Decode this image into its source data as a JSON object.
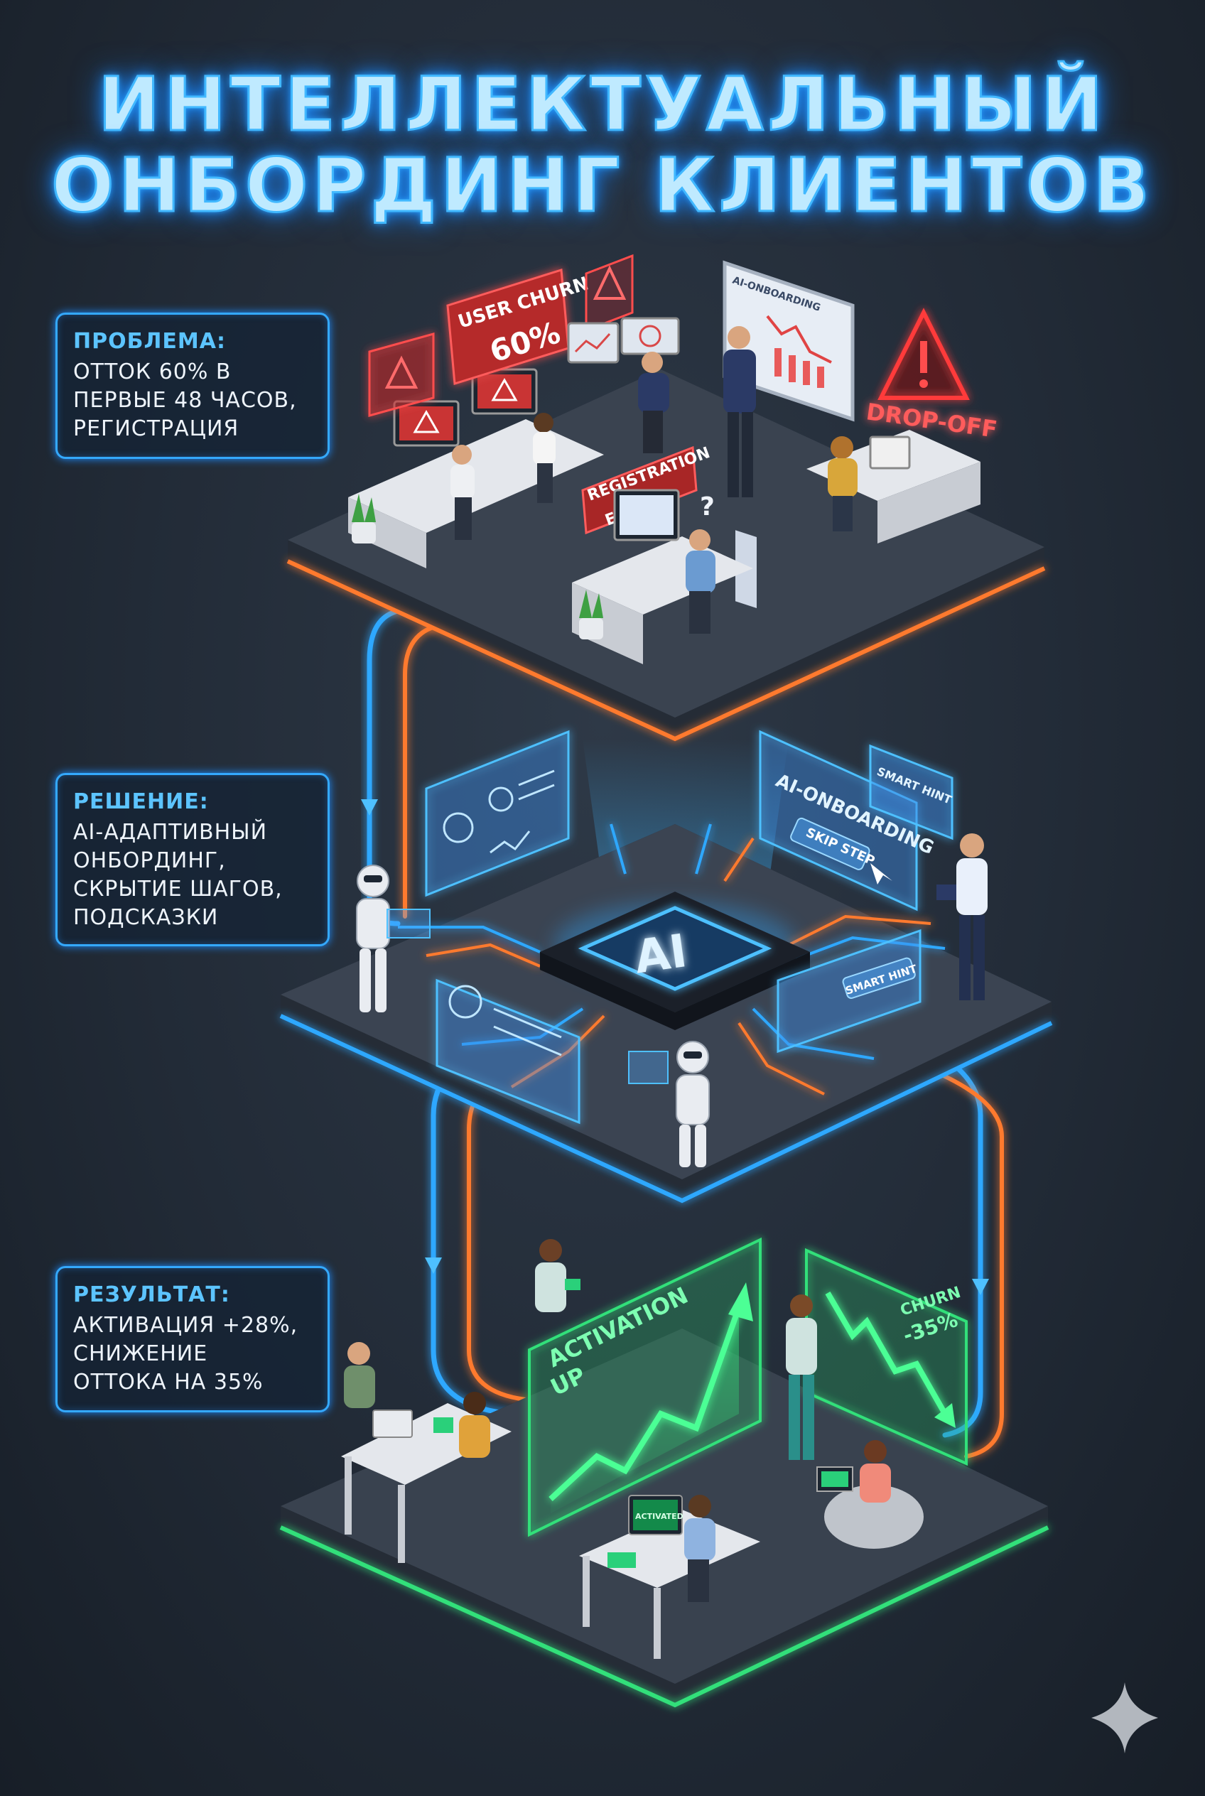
{
  "title": {
    "line1": "ИНТЕЛЛЕКТУАЛЬНЫЙ",
    "line2": "ОНБОРДИНГ КЛИЕНТОВ"
  },
  "panels": {
    "problem": {
      "heading": "ПРОБЛЕМА:",
      "lines": [
        "ОТТОК 60% В",
        "ПЕРВЫЕ 48 ЧАСОВ,",
        "РЕГИСТРАЦИЯ"
      ]
    },
    "solution": {
      "heading": "РЕШЕНИЕ:",
      "lines": [
        "AI-АДАПТИВНЫЙ",
        "ОНБОРДИНГ,",
        "СКРЫТИЕ ШАГОВ,",
        "ПОДСКАЗКИ"
      ]
    },
    "result": {
      "heading": "РЕЗУЛЬТАТ:",
      "lines": [
        "АКТИВАЦИЯ +28%,",
        "СНИЖЕНИЕ",
        "ОТТОКА НА 35%"
      ]
    }
  },
  "scene": {
    "problem_layer": {
      "churn_sign_line1": "USER CHURN",
      "churn_sign_value": "60%",
      "dropoff_label": "DROP-OFF",
      "error_line1": "REGISTRATION",
      "error_line2": "ERROR",
      "dashboard_label": "AI-ONBOARDING",
      "question_mark": "?"
    },
    "solution_layer": {
      "chip_label": "AI",
      "onboarding_label": "AI-ONBOARDING",
      "skip_button": "SKIP STEP",
      "smart_hint_1": "SMART HINT",
      "smart_hint_2": "SMART HINT"
    },
    "result_layer": {
      "activation_line1": "ACTIVATION",
      "activation_line2": "UP",
      "churn_label": "CHURN",
      "churn_value": "-35%",
      "laptop_label": "ACTIVATED"
    }
  },
  "colors": {
    "neon_blue": "#2fa8ff",
    "neon_orange": "#ff7a2e",
    "neon_red": "#ff3b3b",
    "neon_green": "#33e07a",
    "platform": "#3a4350"
  }
}
